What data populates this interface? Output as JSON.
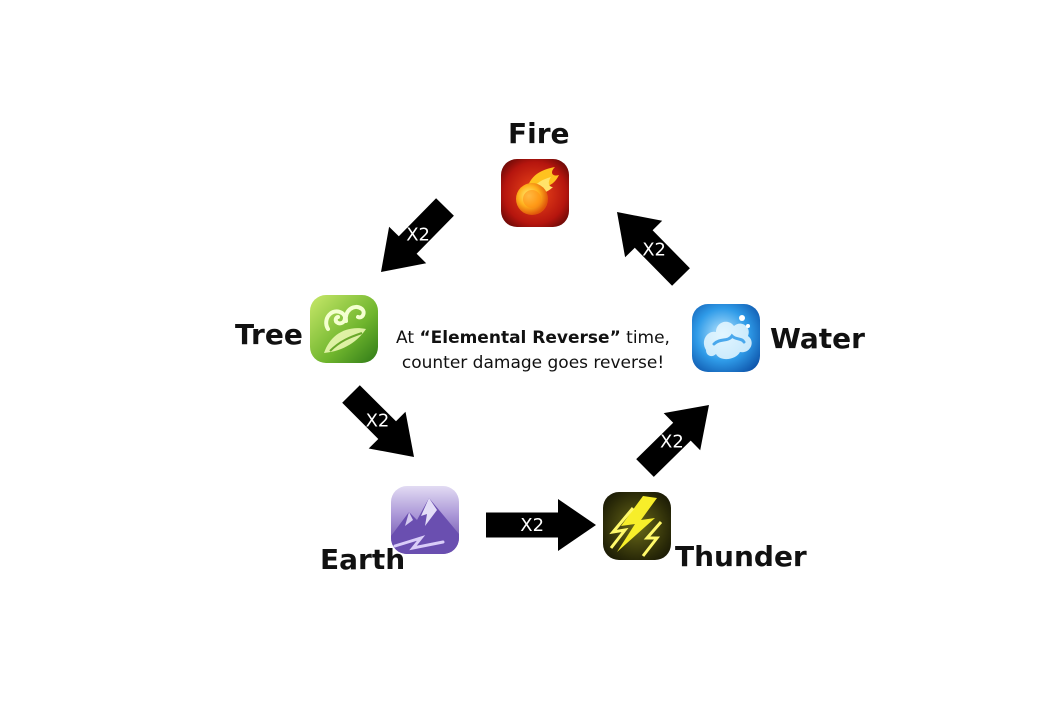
{
  "elements": {
    "fire": {
      "label": "Fire",
      "color": "#d9271a"
    },
    "tree": {
      "label": "Tree",
      "color": "#5fae2c"
    },
    "earth": {
      "label": "Earth",
      "color": "#7d64b8"
    },
    "thunder": {
      "label": "Thunder",
      "color": "#e8de1c"
    },
    "water": {
      "label": "Water",
      "color": "#2d8fe0"
    }
  },
  "note": {
    "prefix": "At ",
    "open_quote": "“",
    "highlight": "Elemental Reverse",
    "close_quote": "”",
    "suffix": " time,",
    "line2": "counter damage goes reverse!"
  },
  "arrows": [
    {
      "from": "fire",
      "to": "tree",
      "label": "X2"
    },
    {
      "from": "tree",
      "to": "earth",
      "label": "X2"
    },
    {
      "from": "earth",
      "to": "thunder",
      "label": "X2"
    },
    {
      "from": "thunder",
      "to": "water",
      "label": "X2"
    },
    {
      "from": "water",
      "to": "fire",
      "label": "X2"
    }
  ],
  "arrow_color": "#000000"
}
